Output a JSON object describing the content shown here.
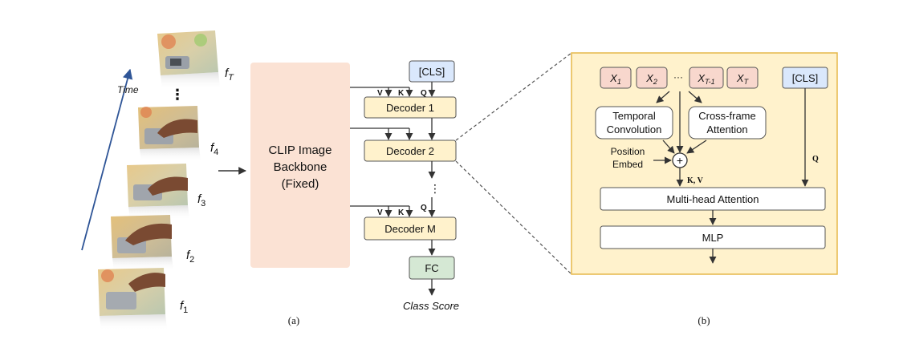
{
  "left_panel": {
    "time_label": "Time",
    "frames": [
      {
        "sym": "f",
        "sub": "T"
      },
      {
        "sym": "f",
        "sub": "4"
      },
      {
        "sym": "f",
        "sub": "3"
      },
      {
        "sym": "f",
        "sub": "2"
      },
      {
        "sym": "f",
        "sub": "1"
      }
    ],
    "ellipsis": "⋮"
  },
  "backbone": {
    "line1": "CLIP Image",
    "line2": "Backbone",
    "line3": "(Fixed)"
  },
  "cls_token": "[CLS]",
  "decoders": [
    "Decoder 1",
    "Decoder 2",
    "Decoder M"
  ],
  "vkq": {
    "v": "V",
    "k": "K",
    "q": "Q"
  },
  "vertical_ellipsis": "⋮",
  "fc": "FC",
  "class_score": "Class Score",
  "caption_a": "(a)",
  "caption_b": "(b)",
  "detail": {
    "tokens": [
      {
        "sym": "X",
        "sub": "1"
      },
      {
        "sym": "X",
        "sub": "2"
      },
      {
        "sym": "X",
        "sub": "T-1"
      },
      {
        "sym": "X",
        "sub": "T"
      }
    ],
    "dots": "···",
    "cls": "[CLS]",
    "temporal_conv": [
      "Temporal",
      "Convolution"
    ],
    "cross_frame": [
      "Cross-frame",
      "Attention"
    ],
    "position_embed": [
      "Position",
      "Embed"
    ],
    "plus": "+",
    "kv_label": "K, V",
    "q_label": "Q",
    "mha": "Multi-head Attention",
    "mlp": "MLP"
  },
  "colors": {
    "backbone_fill": "#fbe2d4",
    "decoder_fill": "#fff2cc",
    "cls_fill": "#dae8fc",
    "fc_fill": "#d5e8d4",
    "token_fill": "#f8d7cd",
    "panel_fill": "#fff2cc",
    "panel_border": "#e6b84a",
    "time_arrow": "#2f5597"
  }
}
